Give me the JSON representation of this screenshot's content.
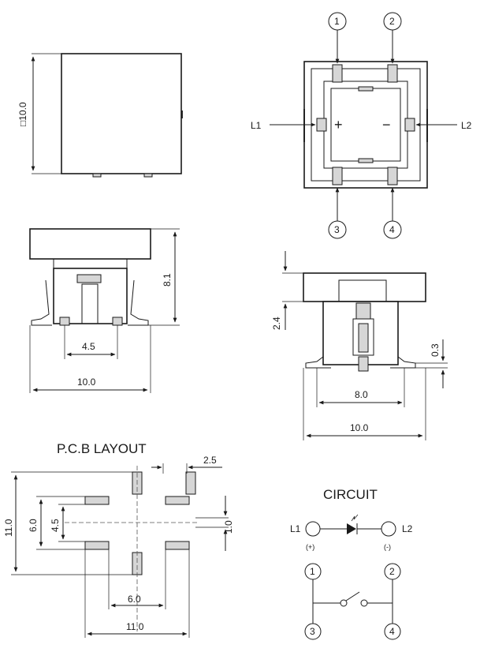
{
  "views": {
    "top": {
      "size_label": "□10.0"
    },
    "side": {
      "height_label": "8.1",
      "pin_pitch_label": "4.5",
      "width_label": "10.0"
    },
    "bottom": {
      "pins": [
        "1",
        "2",
        "3",
        "4"
      ],
      "led_left": "L1",
      "led_right": "L2",
      "plus": "+",
      "minus": "−"
    },
    "front": {
      "cap_label": "2.4",
      "lead_label": "0.3",
      "inner_label": "8.0",
      "width_label": "10.0"
    }
  },
  "pcb": {
    "title": "P.C.B LAYOUT",
    "dims": {
      "d25": "2.5",
      "d110v": "11.0",
      "d60v": "6.0",
      "d45v": "4.5",
      "d10": "1.0",
      "d60h": "6.0",
      "d110h": "11.0"
    }
  },
  "circuit": {
    "title": "CIRCUIT",
    "led_left": "L1",
    "led_right": "L2",
    "plus": "(+)",
    "minus": "(-)",
    "pins": [
      "1",
      "2",
      "3",
      "4"
    ]
  }
}
